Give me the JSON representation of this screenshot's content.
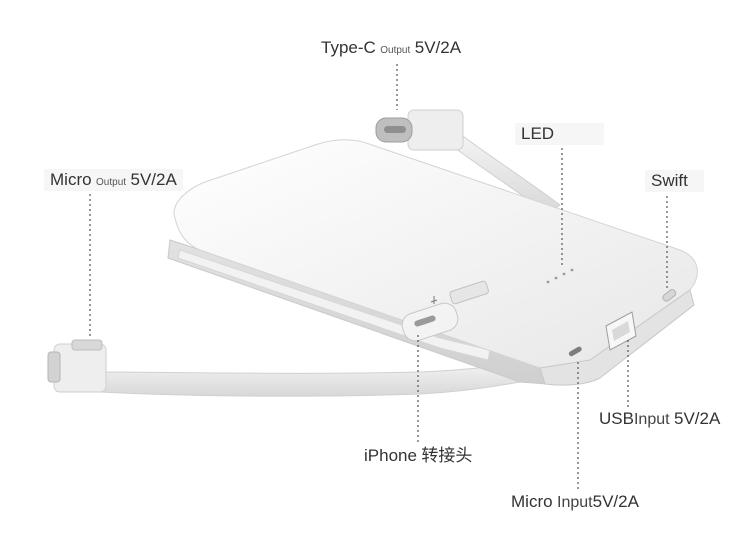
{
  "callouts": {
    "type_c": {
      "name": "Type-C",
      "sub": "Output",
      "spec": "5V/2A"
    },
    "micro_out": {
      "name": "Micro",
      "sub": "Output",
      "spec": "5V/2A"
    },
    "led": {
      "name": "LED"
    },
    "switch": {
      "name": "Swift"
    },
    "usb_in": {
      "name": "USB",
      "sub": "Input",
      "spec": "5V/2A"
    },
    "iphone": {
      "name": "iPhone",
      "cn": "转接头"
    },
    "micro_in": {
      "name": "Micro",
      "sub": "Input",
      "spec": "5V/2A"
    }
  },
  "colors": {
    "body": "#f4f4f4",
    "edge": "#d9d9d9",
    "cable": "#e9e9e9",
    "connector": "#c4c4c4",
    "leader": "#555555"
  }
}
